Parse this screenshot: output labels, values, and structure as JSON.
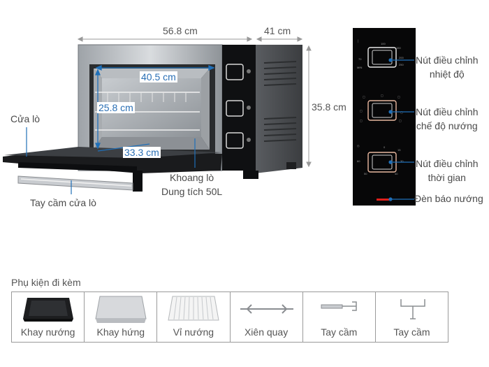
{
  "dimensions": {
    "width": "56.8 cm",
    "depth": "41 cm",
    "height": "35.8 cm",
    "inner_width": "40.5 cm",
    "inner_height": "25.8 cm",
    "inner_depth": "33.3 cm"
  },
  "labels": {
    "door": "Cửa lò",
    "door_handle": "Tay cầm cửa lò",
    "cavity_line1": "Khoang lò",
    "cavity_line2": "Dung tích 50L"
  },
  "panel": {
    "temp_knob_line1": "Nút điều chỉnh",
    "temp_knob_line2": "nhiệt độ",
    "mode_knob_line1": "Nút điều chỉnh",
    "mode_knob_line2": "chế độ nướng",
    "timer_knob_line1": "Nút điều chỉnh",
    "timer_knob_line2": "thời gian",
    "indicator": "Đèn báo nướng",
    "accent_color": "#1f6fb8",
    "lamp_color": "#e0201c"
  },
  "accessories": {
    "title": "Phụ kiện đi kèm",
    "items": [
      {
        "name": "Khay nướng",
        "icon": "baking-tray-icon"
      },
      {
        "name": "Khay hứng",
        "icon": "drip-tray-icon"
      },
      {
        "name": "Vỉ nướng",
        "icon": "grill-rack-icon"
      },
      {
        "name": "Xiên quay",
        "icon": "rotisserie-spit-icon"
      },
      {
        "name": "Tay cầm",
        "icon": "spit-handle-icon"
      },
      {
        "name": "Tay cầm",
        "icon": "tray-handle-icon"
      }
    ]
  }
}
